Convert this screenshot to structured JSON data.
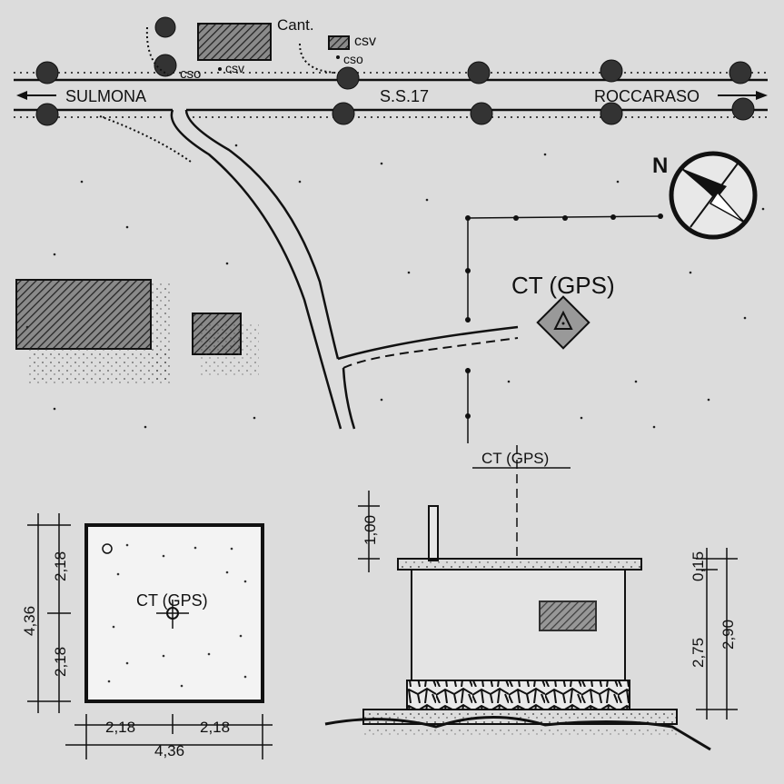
{
  "map": {
    "road_name": "S.S.17",
    "town_west": "SULMONA",
    "town_east": "ROCCARASO",
    "cant_label": "Cant.",
    "csv_label_1": "csv",
    "csv_label_2": "csv",
    "cso_label_1": "cso",
    "cso_label_2": "cso",
    "north_label": "N",
    "point_label": "CT (GPS)"
  },
  "plan": {
    "center_label": "CT (GPS)",
    "dim_half_v_top": "2,18",
    "dim_half_v_bottom": "2,18",
    "dim_total_v": "4,36",
    "dim_half_h_left": "2,18",
    "dim_half_h_right": "2,18",
    "dim_total_h": "4,36"
  },
  "elevation": {
    "top_label": "CT (GPS)",
    "dim_pillar": "1,00",
    "dim_slab": "0,15",
    "dim_wall": "2,75",
    "dim_total": "2,90"
  },
  "colors": {
    "background": "#dcdcdc",
    "ink": "#111111",
    "hatch": "#555555"
  }
}
